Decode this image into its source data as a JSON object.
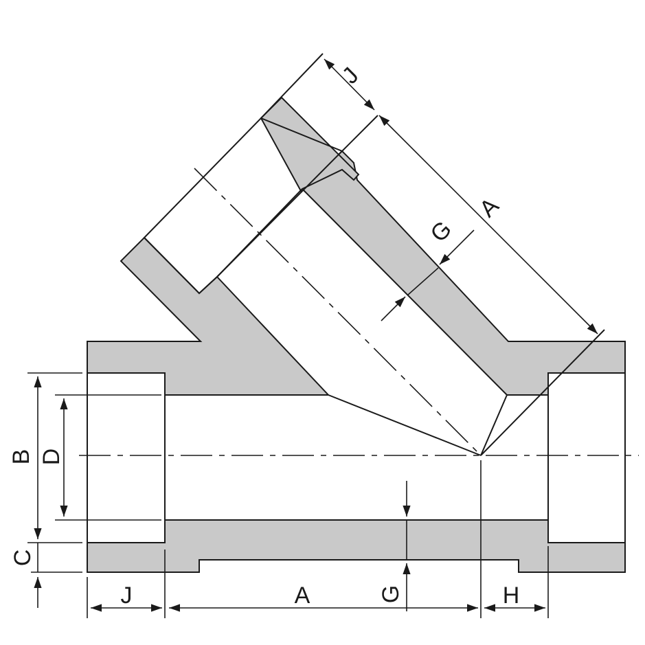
{
  "diagram": {
    "subject": "Y-strainer socket-weld body cross-section with dimensions",
    "colors": {
      "wall_fill": "#c9c9c9",
      "line": "#1a1a1a",
      "background": "#ffffff"
    },
    "dimension_labels": {
      "branch_socket_depth": "J",
      "branch_length": "A",
      "branch_wall_thickness": "G",
      "socket_bore_outer": "B",
      "bore_diameter": "D",
      "socket_wall": "C",
      "left_socket_depth": "J",
      "main_length": "A",
      "main_wall_thickness": "G",
      "right_offset": "H"
    }
  }
}
